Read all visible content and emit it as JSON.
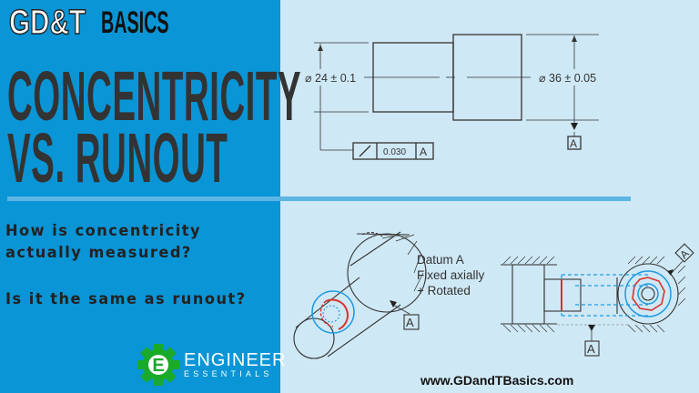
{
  "brand": {
    "part1": "GD&T",
    "part2": "BASICS"
  },
  "title": {
    "line1": "CONCENTRICITY",
    "line2": "VS. RUNOUT"
  },
  "questions": [
    "How is concentricity",
    "actually measured?",
    "Is it the same as runout?"
  ],
  "logo": {
    "line1": "ENGINEER",
    "line2": "ESSENTIALS",
    "letter": "E"
  },
  "drawing_top": {
    "dim_left": "⌀ 24 ± 0.1",
    "dim_right": "⌀ 36 ± 0.05",
    "fcf_tolerance": "0.030",
    "fcf_datum": "A",
    "datum_label": "A"
  },
  "drawing_bottom": {
    "datum_note_1": "Datum A",
    "datum_note_2": "Fixed axially",
    "datum_note_3": "+ Rotated",
    "datum_left": "A",
    "datum_right_top": "A",
    "datum_right_bottom": "A"
  },
  "url": "www.GDandTBasics.com",
  "colors": {
    "panel": "#0a95d6",
    "background": "#cfe8f5",
    "logo_green": "#1aaa2a",
    "measure_red": "#d9322e",
    "measure_blue": "#1e9be0"
  }
}
